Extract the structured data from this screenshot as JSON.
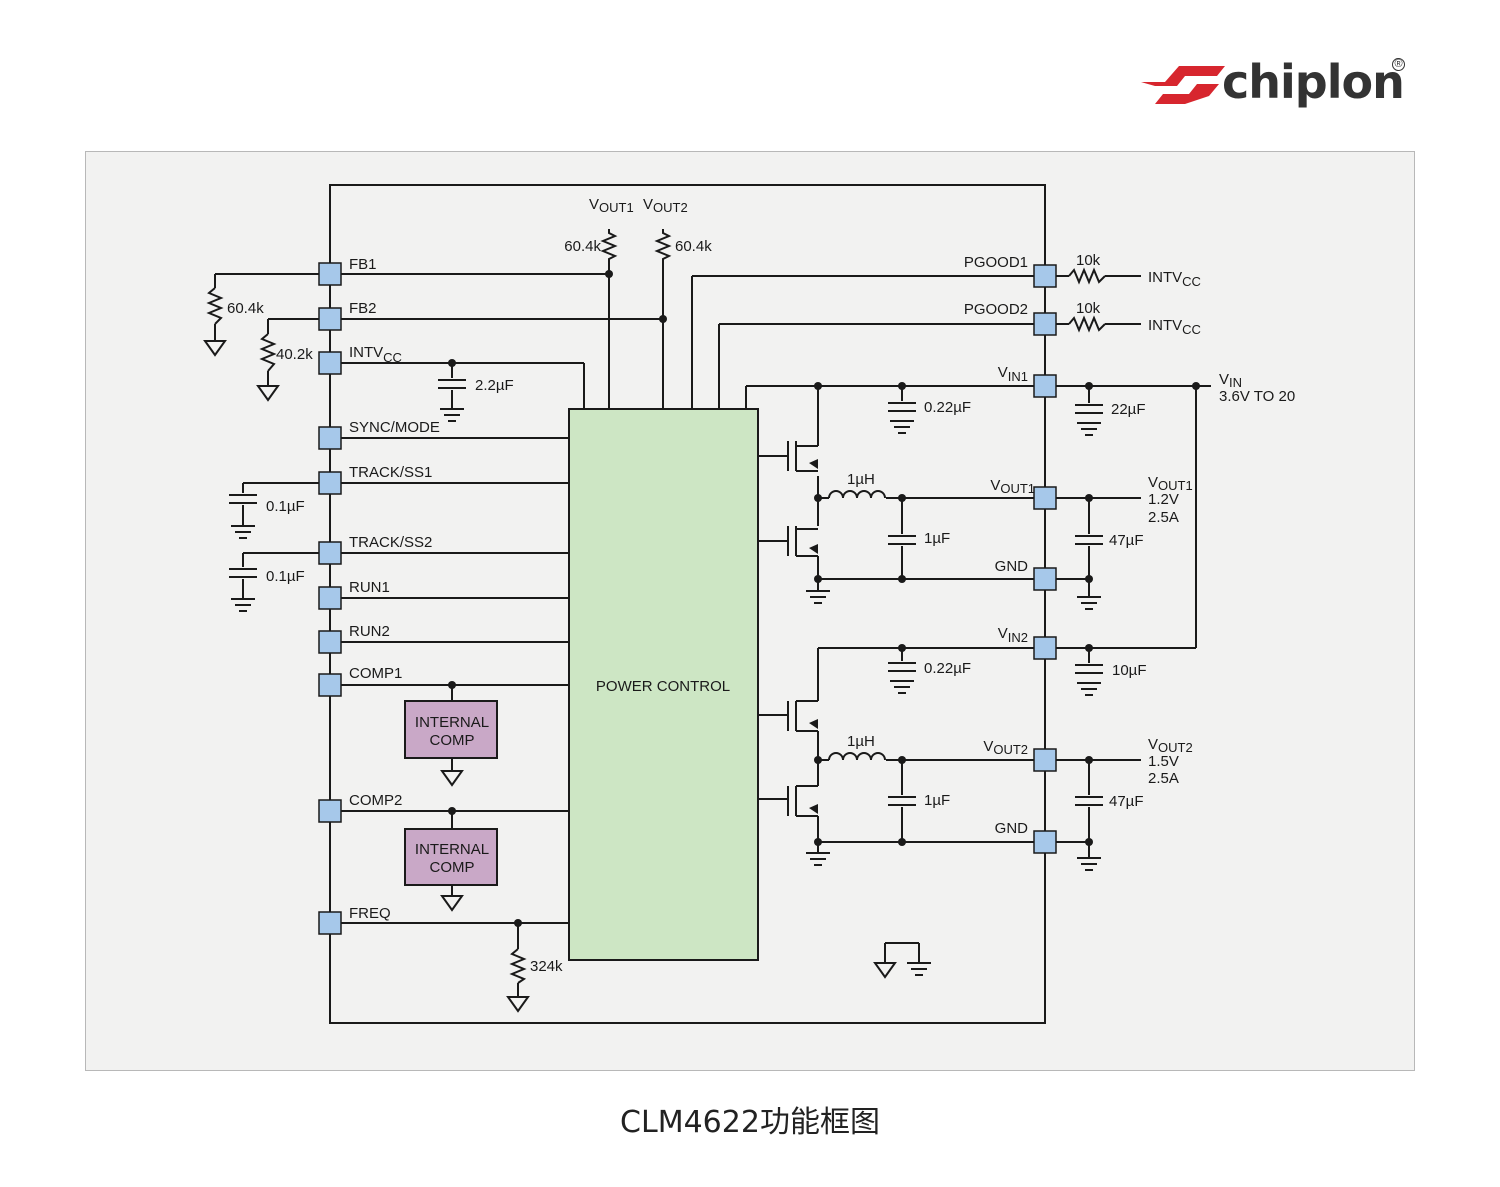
{
  "brand": {
    "name": "chiplon",
    "registered_mark": "®",
    "logo_color": "#d7262e"
  },
  "caption": "CLM4622功能框图",
  "diagram": {
    "core_block": "POWER CONTROL",
    "internal_comp": [
      "INTERNAL",
      "COMP"
    ],
    "pins_left": [
      "FB1",
      "FB2",
      "INTV",
      "SYNC/MODE",
      "TRACK/SS1",
      "TRACK/SS2",
      "RUN1",
      "RUN2",
      "COMP1",
      "COMP2",
      "FREQ"
    ],
    "pins_right": [
      "PGOOD1",
      "PGOOD2",
      "V",
      "V",
      "GND",
      "V",
      "V",
      "GND"
    ],
    "subscripts": {
      "cc": "CC",
      "in1": "IN1",
      "in2": "IN2",
      "out1": "OUT1",
      "out2": "OUT2",
      "in": "IN"
    },
    "top_labels": {
      "vout1": "V",
      "vout2": "V"
    },
    "components": {
      "r_fb_top1": "60.4k",
      "r_fb_top2": "60.4k",
      "r_fb1": "60.4k",
      "r_fb2": "40.2k",
      "c_intvcc": "2.2µF",
      "c_ss1": "0.1µF",
      "c_ss2": "0.1µF",
      "r_pg1": "10k",
      "r_pg2": "10k",
      "intvcc_1": "INTV",
      "intvcc_2": "INTV",
      "c_vin1_int": "0.22µF",
      "c_vin1_ext": "22µF",
      "l1": "1µH",
      "c_out1_int": "1µF",
      "c_out1_ext": "47µF",
      "c_vin2_int": "0.22µF",
      "c_vin2_ext": "10µF",
      "l2": "1µH",
      "c_out2_int": "1µF",
      "c_out2_ext": "47µF",
      "r_freq": "324k"
    },
    "outputs": {
      "vin_range": "3.6V TO 20",
      "vout1_v": "1.2V",
      "vout1_a": "2.5A",
      "vout2_v": "1.5V",
      "vout2_a": "2.5A"
    },
    "colors": {
      "pad": "#a6c8ea",
      "core": "#cde6c4",
      "comp": "#c9a8c7",
      "wire": "#1a1a1a",
      "panel": "#f2f2f1"
    }
  }
}
